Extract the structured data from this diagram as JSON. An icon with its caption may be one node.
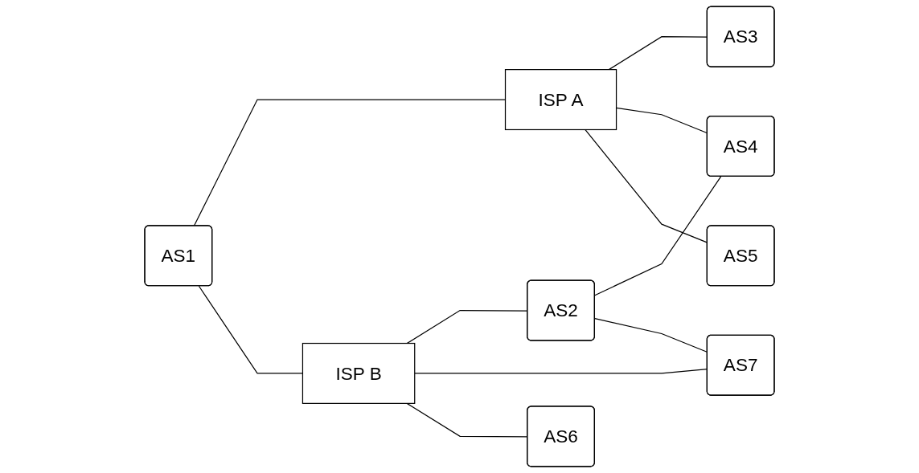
{
  "diagram": {
    "nodes": [
      {
        "text": [
          "AS1"
        ]
      },
      {
        "text": [
          "ISP A"
        ]
      },
      {
        "text": [
          "AS3"
        ]
      },
      {
        "text": [
          "ISP B"
        ]
      },
      {
        "text": [
          "AS2"
        ]
      },
      {
        "text": [
          "AS4"
        ]
      },
      {
        "text": [
          "AS6"
        ]
      },
      {
        "text": [
          "AS7"
        ]
      },
      {
        "text": [
          "AS5"
        ]
      }
    ],
    "edges": [
      {
        "from": 0,
        "to": 1,
        "arrow": "none"
      },
      {
        "from": 1,
        "to": 2,
        "arrow": "none"
      },
      {
        "from": 1,
        "to": 5,
        "arrow": "none"
      },
      {
        "from": 1,
        "to": 8,
        "arrow": "none"
      },
      {
        "from": 0,
        "to": 3,
        "arrow": "none"
      },
      {
        "from": 3,
        "to": 4,
        "arrow": "none"
      },
      {
        "from": 4,
        "to": 5,
        "arrow": "none"
      },
      {
        "from": 3,
        "to": 7,
        "arrow": "none"
      },
      {
        "from": 4,
        "to": 7,
        "arrow": "none"
      },
      {
        "from": 3,
        "to": 6,
        "arrow": "none"
      }
    ]
  }
}
